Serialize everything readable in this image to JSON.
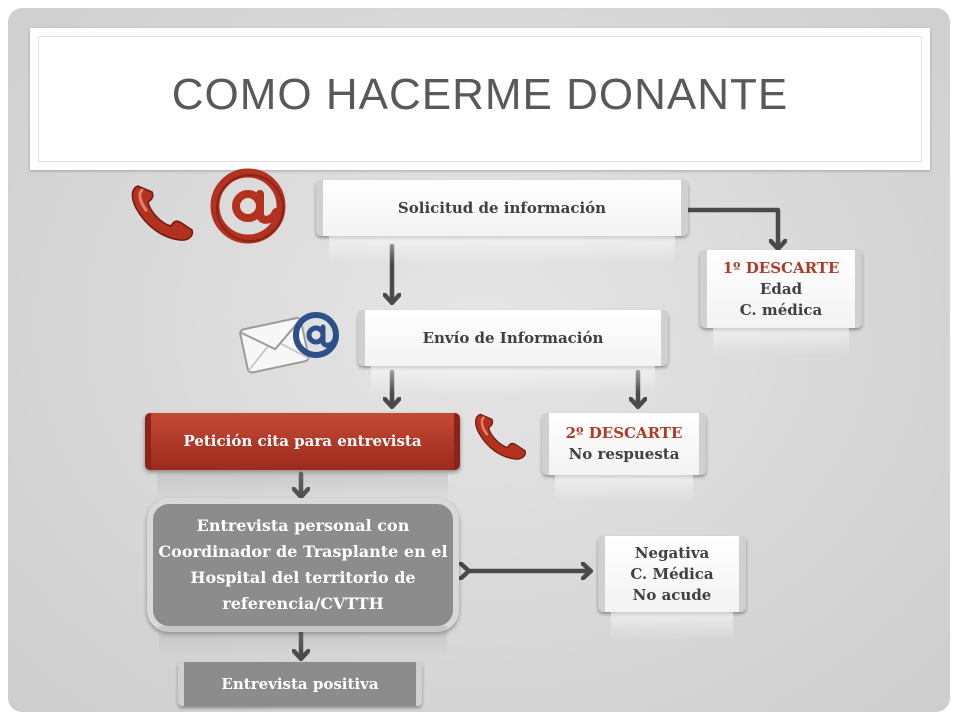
{
  "title": "COMO HACERME DONANTE",
  "nodes": {
    "solicitud": "Solicitud de información",
    "descarte1": {
      "heading": "1º DESCARTE",
      "lines": [
        "Edad",
        "C. médica"
      ]
    },
    "envio": "Envío de Información",
    "peticion": "Petición cita para entrevista",
    "descarte2": {
      "heading": "2º DESCARTE",
      "lines": [
        "No respuesta"
      ]
    },
    "entrevista": [
      "Entrevista personal con",
      "Coordinador de Trasplante en el",
      "Hospital del territorio de",
      "referencia/CVTTH"
    ],
    "negativa": [
      "Negativa",
      "C. Médica",
      "No acude"
    ],
    "positiva": "Entrevista positiva"
  },
  "icons": [
    "phone-icon",
    "at-sign-icon",
    "envelope-at-icon",
    "phone-icon"
  ],
  "colors": {
    "accent_red": "#a8321f",
    "arrow": "#4a4a4a",
    "grey_box": "#8c8c8c"
  }
}
